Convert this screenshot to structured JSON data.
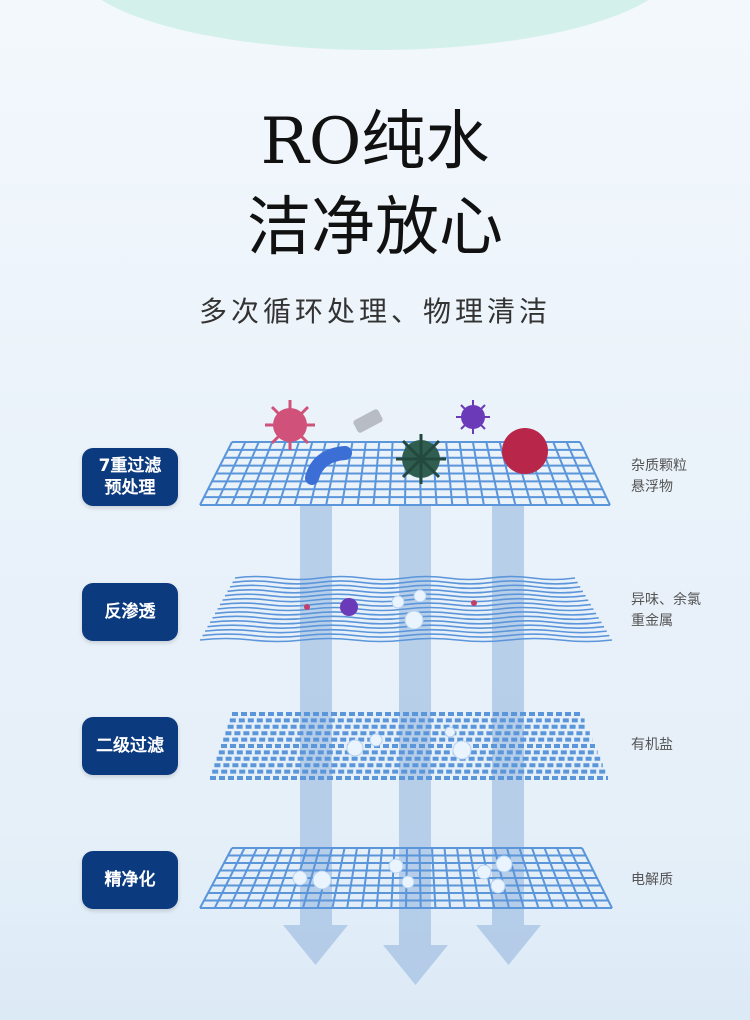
{
  "header": {
    "title_line1": "RO纯水",
    "title_line2": "洁净放心",
    "subtitle": "多次循环处理、物理清洁"
  },
  "stages": [
    {
      "badge_line1": "7重过滤",
      "badge_line2": "预处理",
      "desc_line1": "杂质颗粒",
      "desc_line2": "悬浮物"
    },
    {
      "badge_line1": "反渗透",
      "badge_line2": "",
      "desc_line1": "异味、余氯",
      "desc_line2": "重金属"
    },
    {
      "badge_line1": "二级过滤",
      "badge_line2": "",
      "desc_line1": "有机盐",
      "desc_line2": ""
    },
    {
      "badge_line1": "精净化",
      "badge_line2": "",
      "desc_line1": "电解质",
      "desc_line2": ""
    }
  ],
  "colors": {
    "badge": "#0c3a7f",
    "mesh": "#5b95da",
    "flow": "#8fb3dd"
  }
}
